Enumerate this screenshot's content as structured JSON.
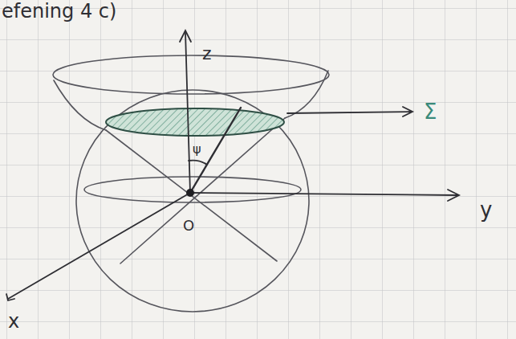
{
  "diagram": {
    "labels": [
      "efening 4 c)",
      "z",
      "Σ",
      "ψ",
      "y",
      "O",
      "x"
    ]
  }
}
